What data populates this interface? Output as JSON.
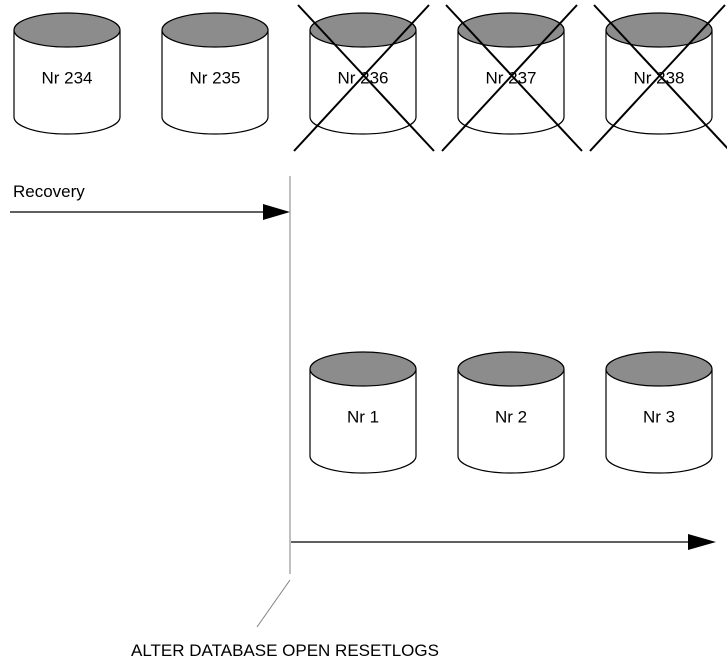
{
  "old_logs": [
    {
      "label": "Nr 234",
      "discarded": false
    },
    {
      "label": "Nr 235",
      "discarded": false
    },
    {
      "label": "Nr 236",
      "discarded": true
    },
    {
      "label": "Nr 237",
      "discarded": true
    },
    {
      "label": "Nr 238",
      "discarded": true
    }
  ],
  "new_logs": [
    {
      "label": "Nr 1"
    },
    {
      "label": "Nr 2"
    },
    {
      "label": "Nr 3"
    }
  ],
  "recovery_label": "Recovery",
  "resetlogs_label": "ALTER DATABASE OPEN RESETLOGS",
  "colors": {
    "top_fill": "#8c8c8c",
    "stroke": "#000000",
    "divider": "#808080"
  }
}
